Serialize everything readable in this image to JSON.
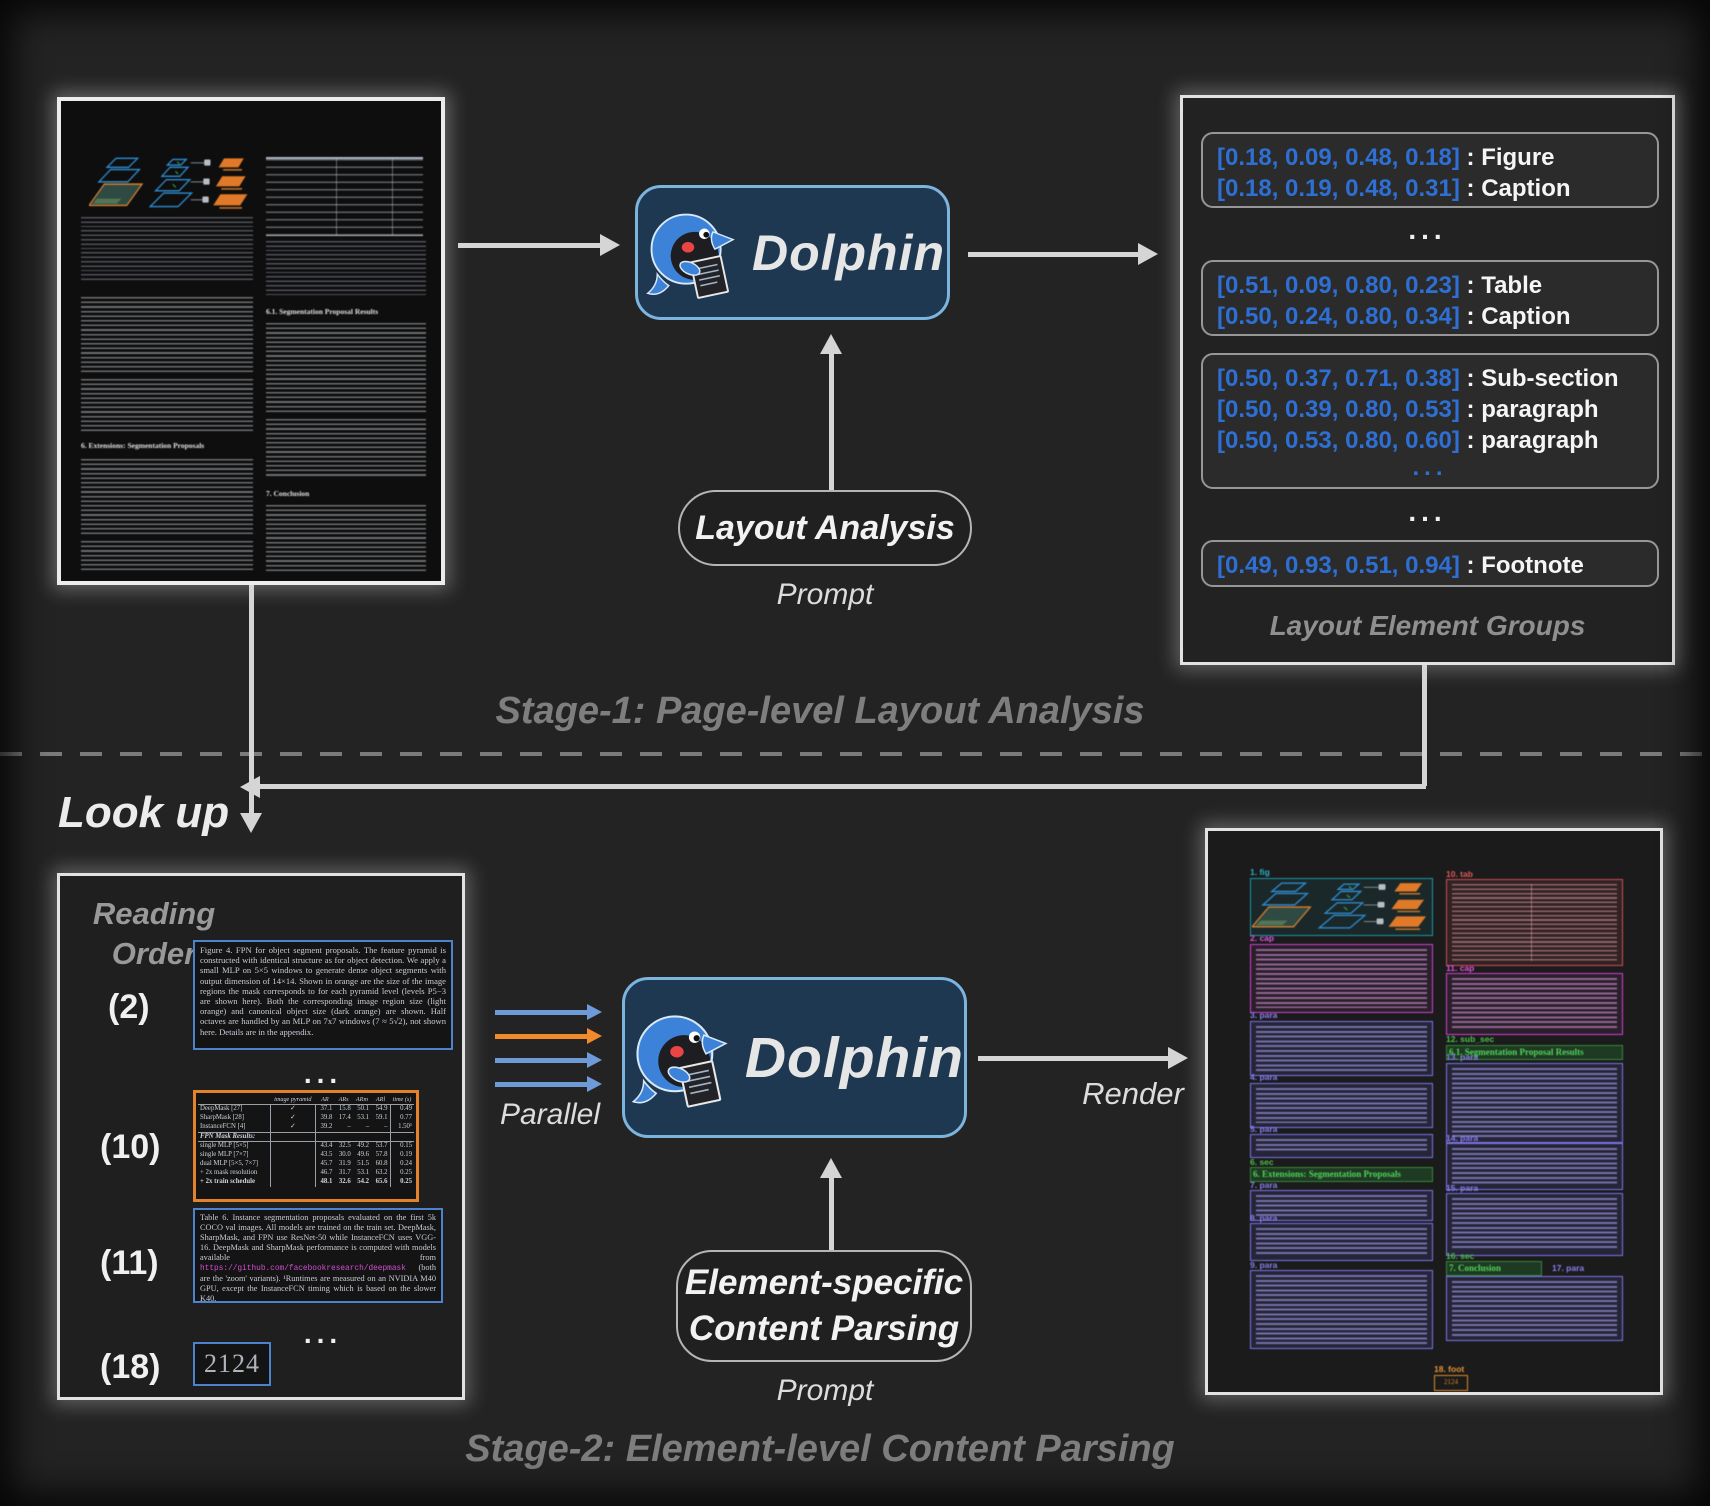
{
  "model_name": "Dolphin",
  "stage1": {
    "caption": "Stage-1: Page-level Layout Analysis",
    "prompt_pill": "Layout Analysis",
    "prompt_label": "Prompt",
    "groups_title": "Layout Element Groups",
    "sep": ":",
    "ellipsis": "...",
    "groups": [
      {
        "lines": [
          {
            "coords": "[0.18, 0.09, 0.48, 0.18]",
            "label": "Figure"
          },
          {
            "coords": "[0.18, 0.19, 0.48, 0.31]",
            "label": "Caption"
          }
        ]
      },
      {
        "lines": [
          {
            "coords": "[0.51, 0.09, 0.80, 0.23]",
            "label": "Table"
          },
          {
            "coords": "[0.50, 0.24, 0.80, 0.34]",
            "label": "Caption"
          }
        ]
      },
      {
        "lines": [
          {
            "coords": "[0.50, 0.37, 0.71, 0.38]",
            "label": "Sub-section"
          },
          {
            "coords": "[0.50, 0.39, 0.80, 0.53]",
            "label": "paragraph"
          },
          {
            "coords": "[0.50, 0.53, 0.80, 0.60]",
            "label": "paragraph"
          }
        ]
      },
      {
        "lines": [
          {
            "coords": "[0.49, 0.93, 0.51, 0.94]",
            "label": "Footnote"
          }
        ]
      }
    ]
  },
  "connector": {
    "look_up": "Look up"
  },
  "stage2": {
    "caption": "Stage-2: Element-level Content Parsing",
    "pill_line1": "Element-specific",
    "pill_line2": "Content Parsing",
    "prompt_label": "Prompt",
    "parallel_label": "Parallel",
    "render_label": "Render",
    "reading_order": {
      "title_line1": "Reading",
      "title_line2": "Order",
      "ellipsis": "...",
      "item_nums": [
        "(2)",
        "(10)",
        "(11)",
        "(18)"
      ],
      "caption2_text": "Figure 4. FPN for object segment proposals. The feature pyramid is constructed with identical structure as for object detection. We apply a small MLP on 5×5 windows to generate dense object segments with output dimension of 14×14. Shown in orange are the size of the image regions the mask corresponds to for each pyramid level (levels P5−3 are shown here). Both the corresponding image region size (light orange) and canonical object size (dark orange) are shown. Half octaves are handled by an MLP on 7x7 windows (7 ≈ 5√2), not shown here. Details are in the appendix.",
      "table10": {
        "header": [
          "",
          "image pyramid",
          "AR",
          "ARs",
          "ARm",
          "ARl",
          "time (s)"
        ],
        "rows": [
          [
            "DeepMask [27]",
            "✓",
            "37.1",
            "15.8",
            "50.1",
            "54.9",
            "0.49"
          ],
          [
            "SharpMask [28]",
            "✓",
            "39.8",
            "17.4",
            "53.1",
            "59.1",
            "0.77"
          ],
          [
            "InstanceFCN [4]",
            "✓",
            "39.2",
            "–",
            "–",
            "–",
            "1.50¹"
          ],
          [
            "FPN Mask Results:",
            "",
            "",
            "",
            "",
            "",
            ""
          ],
          [
            "single MLP [5×5]",
            "",
            "43.4",
            "32.5",
            "49.2",
            "53.7",
            "0.15"
          ],
          [
            "single MLP [7×7]",
            "",
            "43.5",
            "30.0",
            "49.6",
            "57.8",
            "0.19"
          ],
          [
            "dual MLP [5×5, 7×7]",
            "",
            "45.7",
            "31.9",
            "51.5",
            "60.8",
            "0.24"
          ],
          [
            "+ 2x mask resolution",
            "",
            "46.7",
            "31.7",
            "53.1",
            "63.2",
            "0.25"
          ],
          [
            "+ 2x train schedule",
            "",
            "48.1",
            "32.6",
            "54.2",
            "65.6",
            "0.25"
          ]
        ]
      },
      "caption11_before": "Table 6. Instance segmentation proposals evaluated on the first 5k COCO val images. All models are trained on the train set. DeepMask, SharpMask, and FPN use ResNet-50 while InstanceFCN uses VGG-16. DeepMask and SharpMask performance is computed with models available from ",
      "caption11_url": "https://github.com/facebookresearch/deepmask",
      "caption11_after": " (both are the 'zoom' variants). ¹Runtimes are measured on an NVIDIA M40 GPU, except the InstanceFCN timing which is based on the slower K40."
    },
    "rendered_labels": {
      "l1": "1. fig",
      "l2": "2. cap",
      "l3": "3. para",
      "l4": "4. para",
      "l5": "5. para",
      "l6": "6. sec",
      "l7": "7. para",
      "l8": "8. para",
      "l9": "9. para",
      "l10": "10. tab",
      "l11": "11. cap",
      "l12": "12. sub_sec",
      "l13": "13. para",
      "l14": "14. para",
      "l15": "15. para",
      "l16": "16. sec",
      "l17": "17. para",
      "l18": "18. foot"
    }
  },
  "paper": {
    "sec6": "6. Extensions: Segmentation Proposals",
    "subsec61": "6.1. Segmentation Proposal Results",
    "sec7": "7. Conclusion",
    "page_number": "2124"
  },
  "colors": {
    "accent_blue": "#2e6fd4",
    "dolphin_box_bg": "#1d3850",
    "dolphin_box_border": "#7db4de",
    "arrow_gray": "#d5d5d5",
    "arrow_blue": "#6f9ad8",
    "arrow_orange": "#f08a2a",
    "box_figure_teal": "#1d96a8",
    "box_caption_magenta": "#cf43cf",
    "box_paragraph_purple": "#7c74e8",
    "box_table_red": "#cc4f55",
    "box_section_green": "#4cc24c",
    "box_footnote_orange": "#d98a2e",
    "reading_caption_border": "#4d82cc",
    "reading_table_border": "#e2832c"
  }
}
